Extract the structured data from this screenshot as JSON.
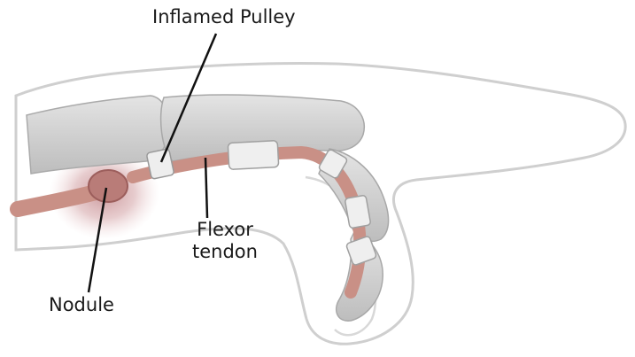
{
  "labels": {
    "inflamed_pulley": "Inflamed Pulley",
    "flexor_line1": "Flexor",
    "flexor_line2": "tendon",
    "nodule": "Nodule"
  },
  "colors": {
    "skin_outline": "#cfcfcf",
    "skin_fill": "#ffffff",
    "bone_fill": "#c9c9c9",
    "bone_highlight": "#e6e6e6",
    "tendon": "#c99086",
    "nodule_glow": "#b9757a",
    "leader_line": "#111111",
    "text": "#1a1a1a"
  }
}
